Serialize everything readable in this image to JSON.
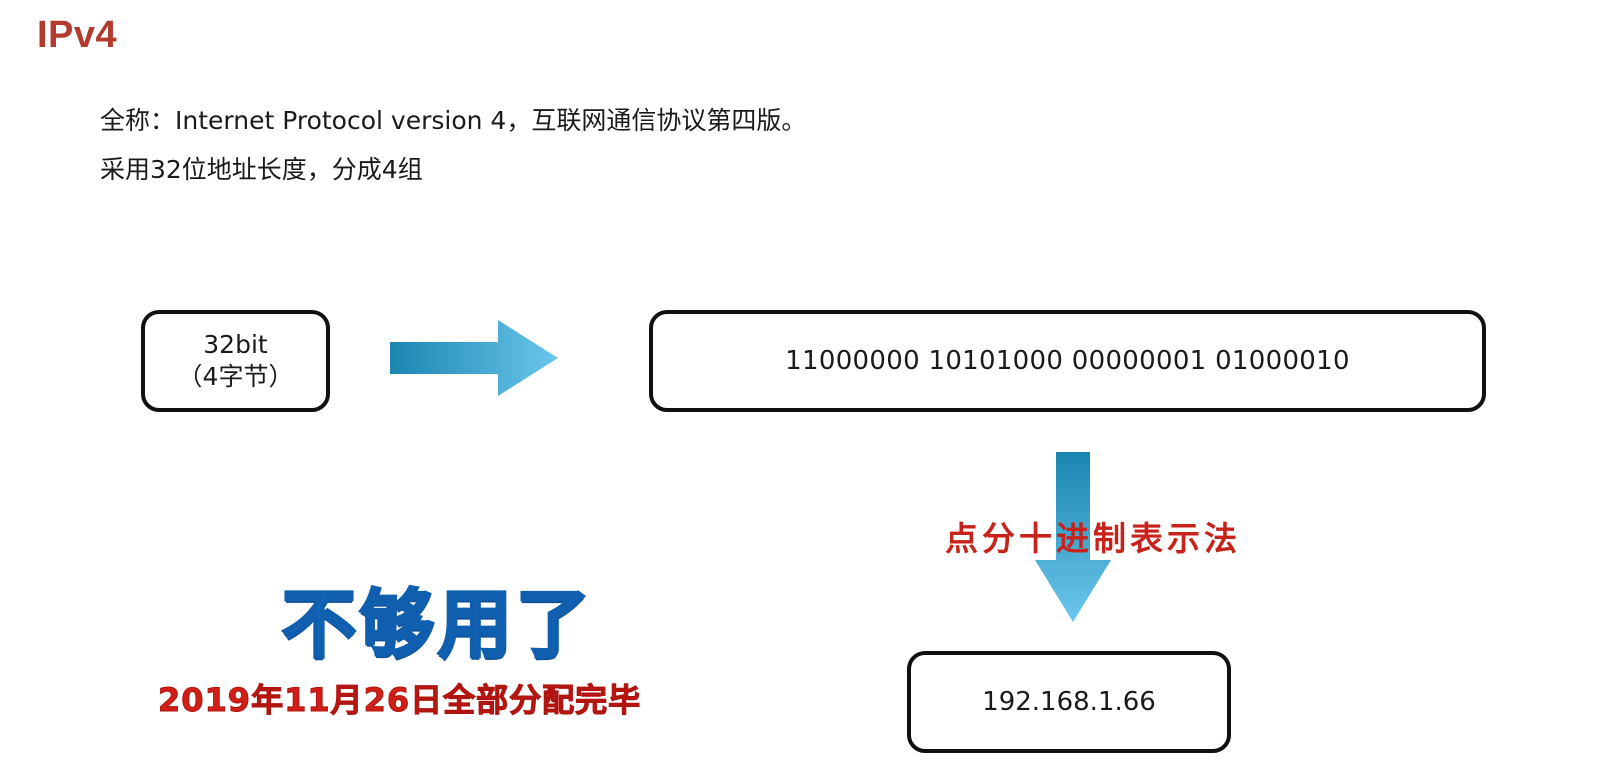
{
  "title": "IPv4",
  "intro": {
    "line1": "全称：Internet Protocol version 4，互联网通信协议第四版。",
    "line2": "采用32位地址长度，分成4组"
  },
  "diagram": {
    "bits_box": {
      "line1": "32bit",
      "line2": "（4字节）"
    },
    "binary_box": "11000000 10101000 00000001 01000010",
    "notation_label": "点分十进制表示法",
    "decimal_box": "192.168.1.66",
    "arrow_color_start": "#1a86b0",
    "arrow_color_end": "#6cc6ec"
  },
  "callout": {
    "headline": "不够用了",
    "note": "2019年11月26日全部分配完毕",
    "headline_color": "#1a73c9",
    "note_color": "#d11f18"
  }
}
